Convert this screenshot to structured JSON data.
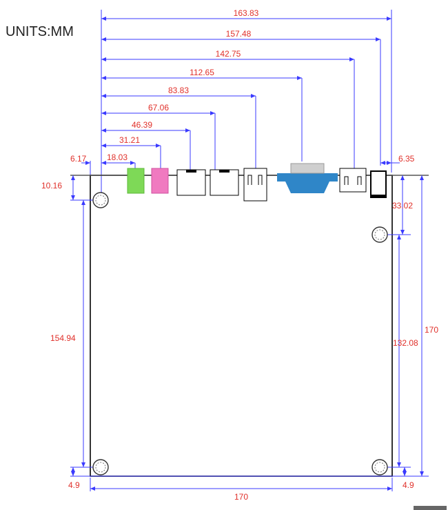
{
  "units_label": "UNITS:MM",
  "dimensions": {
    "d163_83": "163.83",
    "d157_48": "157.48",
    "d142_75": "142.75",
    "d112_65": "112.65",
    "d83_83": "83.83",
    "d67_06": "67.06",
    "d46_39": "46.39",
    "d31_21": "31.21",
    "d18_03": "18.03",
    "d6_17": "6.17",
    "d6_35": "6.35",
    "d10_16": "10.16",
    "d33_02": "33.02",
    "d154_94": "154.94",
    "d132_08": "132.08",
    "d170_right": "170",
    "d170_bottom": "170",
    "d4_9_left": "4.9",
    "d4_9_right": "4.9"
  },
  "colors": {
    "dimension_text": "#e0302a",
    "dimension_line": "#3a3aff",
    "audio_green": "#7ed957",
    "audio_pink": "#f07ac0",
    "vga_blue": "#2f86c8"
  }
}
